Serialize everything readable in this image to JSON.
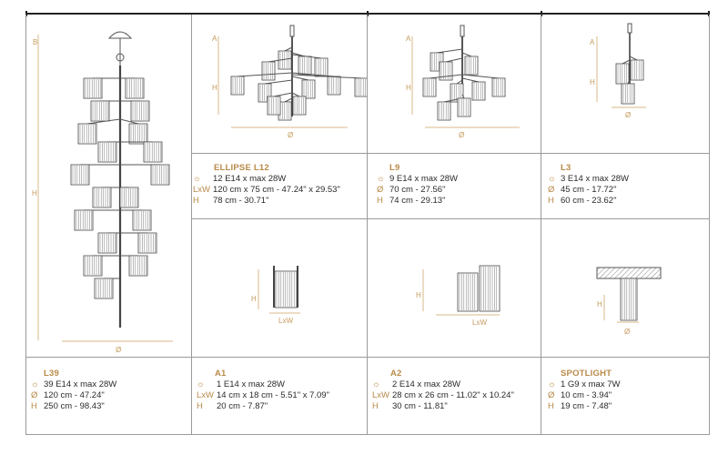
{
  "colors": {
    "accent": "#b98a48",
    "rule": "#222222",
    "grid": "#9a9a9a",
    "drawing": "#444444"
  },
  "icons": {
    "bulb": "bulb-icon"
  },
  "dim_labels": {
    "a": "A",
    "b": "B",
    "h": "H",
    "d": "Ø",
    "lxw": "LxW"
  },
  "products": [
    {
      "id": "l39",
      "name": "L39",
      "specs": [
        {
          "key": "bulb",
          "value": "39 E14 x max 28W"
        },
        {
          "key": "Ø",
          "value": "120 cm - 47.24\""
        },
        {
          "key": "H",
          "value": "250 cm - 98.43\""
        }
      ]
    },
    {
      "id": "ellipse-l12",
      "name": "ELLIPSE L12",
      "specs": [
        {
          "key": "bulb",
          "value": "12 E14 x max 28W"
        },
        {
          "key": "LxW",
          "value": "120 cm x 75 cm - 47.24\" x 29.53\""
        },
        {
          "key": "H",
          "value": "78 cm - 30.71\""
        }
      ]
    },
    {
      "id": "l9",
      "name": "L9",
      "specs": [
        {
          "key": "bulb",
          "value": "9 E14 x max 28W"
        },
        {
          "key": "Ø",
          "value": "70 cm - 27.56\""
        },
        {
          "key": "H",
          "value": "74 cm - 29.13\""
        }
      ]
    },
    {
      "id": "l3",
      "name": "L3",
      "specs": [
        {
          "key": "bulb",
          "value": "3 E14 x max 28W"
        },
        {
          "key": "Ø",
          "value": "45 cm - 17.72\""
        },
        {
          "key": "H",
          "value": "60 cm - 23.62\""
        }
      ]
    },
    {
      "id": "a1",
      "name": "A1",
      "specs": [
        {
          "key": "bulb",
          "value": "1 E14 x max 28W"
        },
        {
          "key": "LxW",
          "value": "14 cm x 18 cm - 5.51\" x 7.09\""
        },
        {
          "key": "H",
          "value": "20 cm - 7.87\""
        }
      ]
    },
    {
      "id": "a2",
      "name": "A2",
      "specs": [
        {
          "key": "bulb",
          "value": "2 E14 x max 28W"
        },
        {
          "key": "LxW",
          "value": "28 cm x 26 cm - 11.02\" x 10.24\""
        },
        {
          "key": "H",
          "value": "30 cm - 11.81\""
        }
      ]
    },
    {
      "id": "spotlight",
      "name": "SPOTLIGHT",
      "specs": [
        {
          "key": "bulb",
          "value": "1 G9 x max 7W"
        },
        {
          "key": "Ø",
          "value": "10 cm  - 3.94\""
        },
        {
          "key": "H",
          "value": "19  cm - 7.48\""
        }
      ]
    }
  ]
}
